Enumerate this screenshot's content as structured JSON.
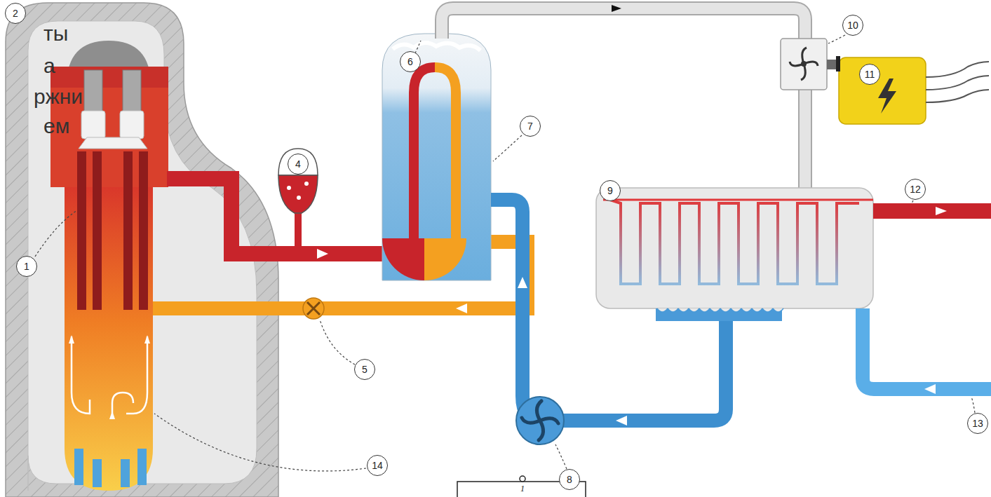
{
  "diagram": {
    "labels": [
      "ты",
      "а",
      "ржни",
      "ем",
      "2",
      "1",
      "4",
      "5",
      "6",
      "7",
      "8",
      "9",
      "10",
      "11",
      "12",
      "13",
      "14",
      "1"
    ]
  }
}
